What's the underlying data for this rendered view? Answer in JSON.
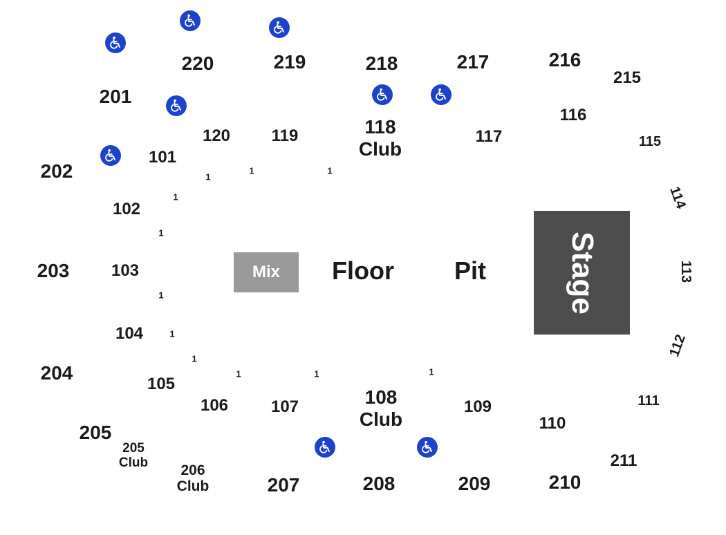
{
  "colors": {
    "accessible_icon_bg": "#1d43cc",
    "mix_bg": "#9a9a9a",
    "stage_bg": "#4d4d4d",
    "label_text": "#1a1a1a"
  },
  "areas": {
    "mix": "Mix",
    "floor": "Floor",
    "pit": "Pit",
    "stage": "Stage"
  },
  "upper_sections": {
    "s201": "201",
    "s202": "202",
    "s203": "203",
    "s204": "204",
    "s205": "205",
    "s207": "207",
    "s208": "208",
    "s209": "209",
    "s210": "210",
    "s211": "211",
    "s215": "215",
    "s216": "216",
    "s217": "217",
    "s218": "218",
    "s219": "219",
    "s220": "220"
  },
  "club_sections": {
    "s205_club": {
      "number": "205",
      "suffix": "Club"
    },
    "s206_club": {
      "number": "206",
      "suffix": "Club"
    },
    "s108_club": {
      "number": "108",
      "suffix": "Club"
    },
    "s118_club": {
      "number": "118",
      "suffix": "Club"
    }
  },
  "lower_sections": {
    "s101": "101",
    "s102": "102",
    "s103": "103",
    "s104": "104",
    "s105": "105",
    "s106": "106",
    "s107": "107",
    "s109": "109",
    "s110": "110",
    "s111": "111",
    "s112": "112",
    "s113": "113",
    "s114": "114",
    "s115": "115",
    "s116": "116",
    "s117": "117",
    "s119": "119",
    "s120": "120"
  },
  "row_marker": "1",
  "icons": {
    "accessible": "wheelchair-icon"
  }
}
